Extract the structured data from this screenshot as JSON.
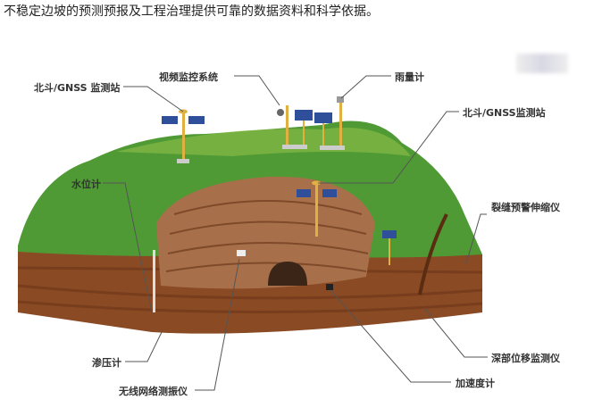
{
  "caption": "不稳定边坡的预测预报及工程治理提供可靠的数据资料和科学依据。",
  "labels": {
    "gnss_left": "北斗/GNSS 监测站",
    "video": "视频监控系统",
    "rain": "雨量计",
    "gnss_right": "北斗/GNSS监测站",
    "water_level": "水位计",
    "crack": "裂缝预警伸缩仪",
    "seepage": "渗压计",
    "vibration": "无线网络测振仪",
    "accelerometer": "加速度计",
    "deep_displacement": "深部位移监测仪"
  },
  "colors": {
    "grass": "#4f9a35",
    "soil": "#8a4a24",
    "pit": "#a8704a",
    "solar_panel": "#2f4f9a",
    "pole": "#e0b040",
    "leader_line": "#555555"
  }
}
